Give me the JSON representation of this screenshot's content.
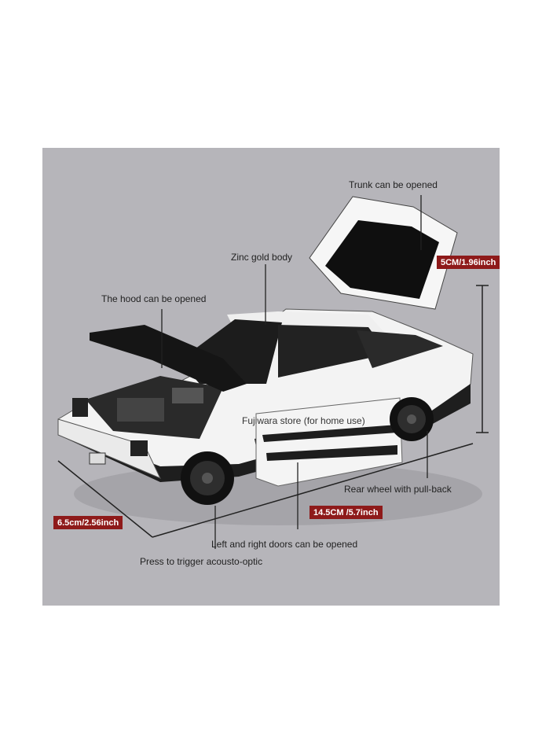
{
  "labels": {
    "trunk": "Trunk can be opened",
    "body": "Zinc gold body",
    "hood": "The hood can be opened",
    "rear_wheel": "Rear wheel with pull-back",
    "doors": "Left and right doors can be opened",
    "press": "Press to trigger acousto-optic",
    "store": "Fujiwara store (for home use)"
  },
  "dimensions": {
    "height": "5CM/1.96inch",
    "length": "14.5CM /5.7inch",
    "width": "6.5cm/2.56inch"
  },
  "colors": {
    "background": "#b6b5ba",
    "dimension_tag": "#8e1a1a",
    "car_body": "#f4f4f4",
    "car_trim": "#1e1e1e"
  }
}
